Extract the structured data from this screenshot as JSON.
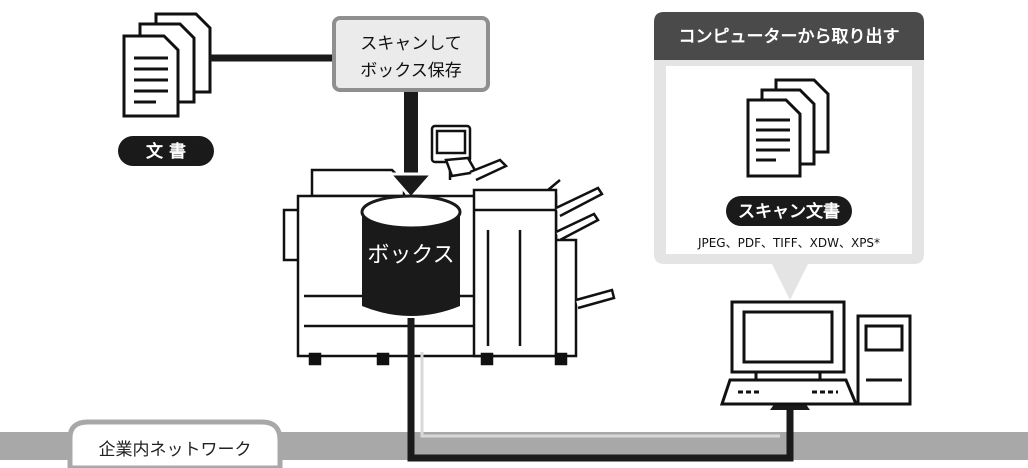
{
  "labels": {
    "document": "文 書",
    "scan_box_line1": "スキャンして",
    "scan_box_line2": "ボックス保存",
    "box": "ボックス",
    "retrieve": "コンピューターから取り出す",
    "scan_document": "スキャン文書",
    "formats": "JPEG、PDF、TIFF、XDW、XPS*",
    "network": "企業内ネットワーク"
  },
  "colors": {
    "dark": "#1a1a1a",
    "panel_gray": "#e4e4e4",
    "panel_title": "#4a4a4a",
    "network_band": "#a8a8a8",
    "callout_fill": "#ebebeb",
    "callout_border": "#9a9a9a"
  }
}
